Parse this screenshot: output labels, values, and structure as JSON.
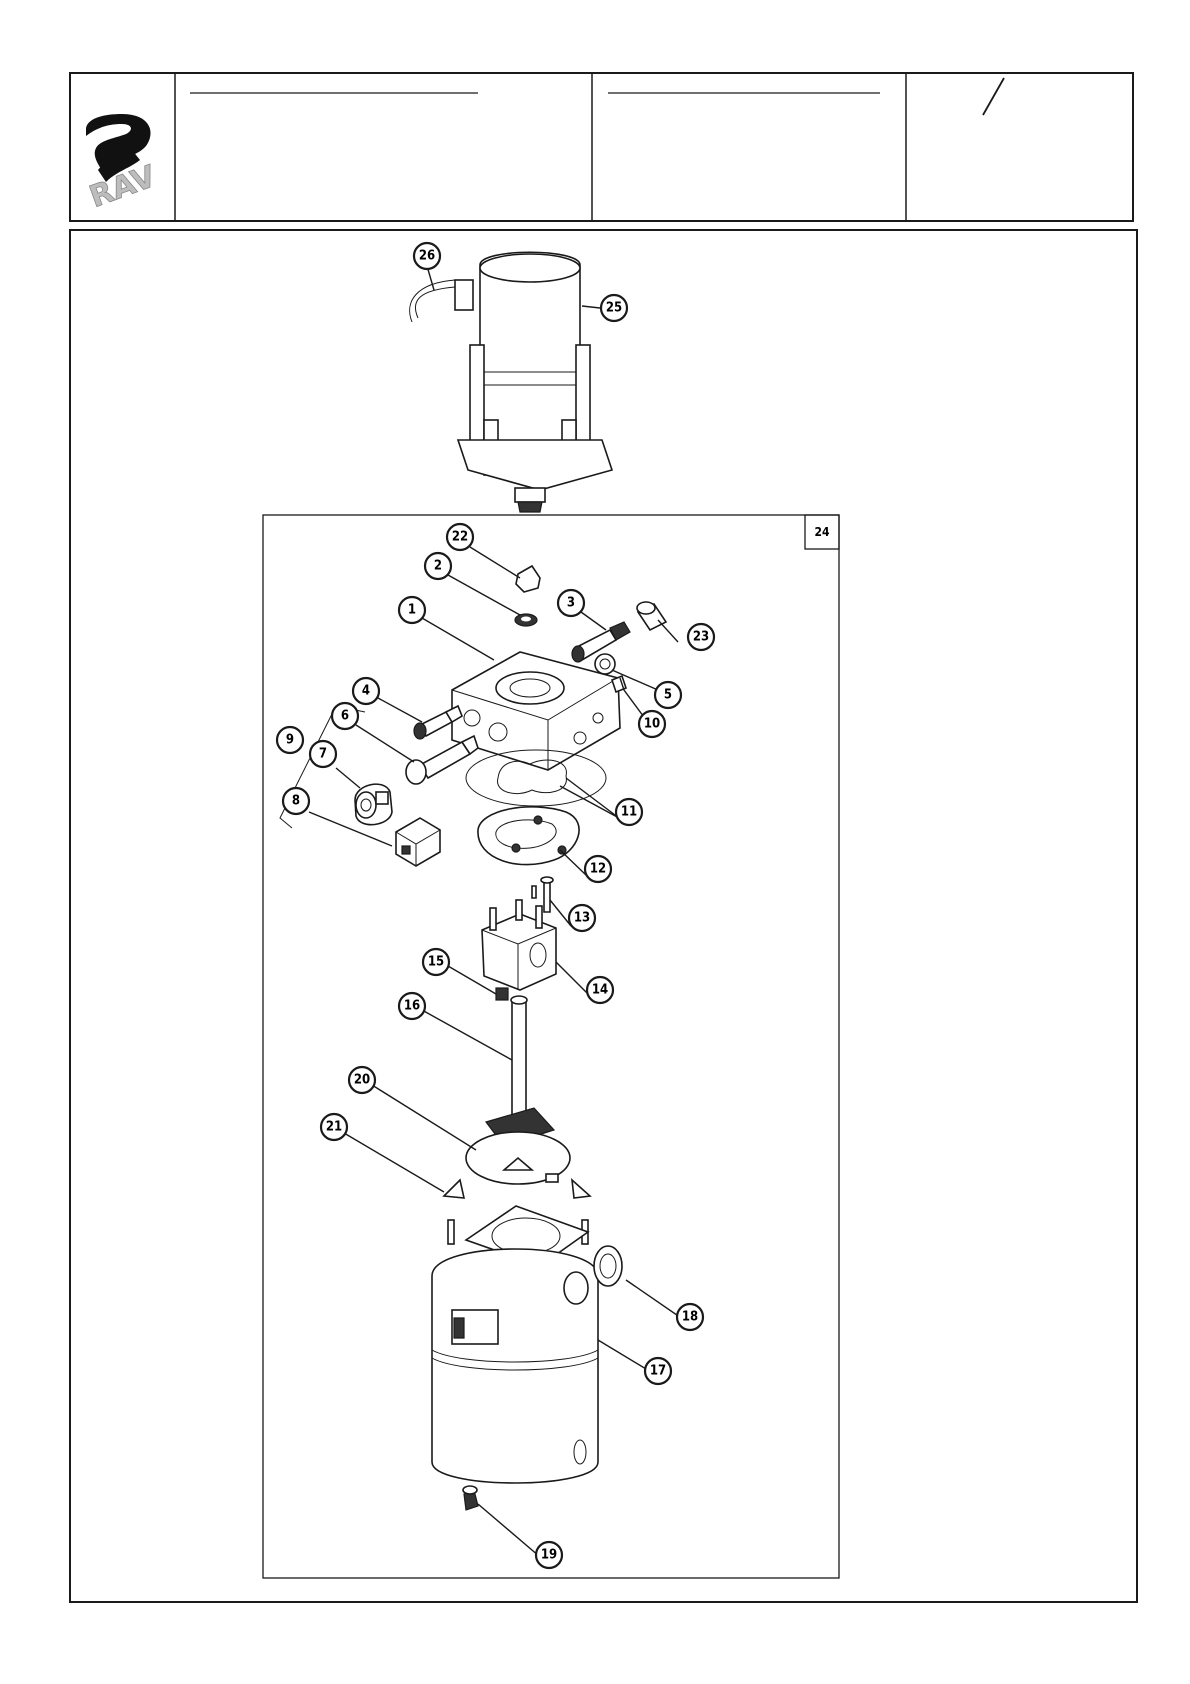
{
  "header": {
    "logo_text": "RAV",
    "fields": [
      "",
      "",
      ""
    ]
  },
  "diagram": {
    "group_label": "24",
    "callouts": [
      {
        "id": "c1",
        "label": "1"
      },
      {
        "id": "c2",
        "label": "2"
      },
      {
        "id": "c3",
        "label": "3"
      },
      {
        "id": "c4",
        "label": "4"
      },
      {
        "id": "c5",
        "label": "5"
      },
      {
        "id": "c6",
        "label": "6"
      },
      {
        "id": "c7",
        "label": "7"
      },
      {
        "id": "c8",
        "label": "8"
      },
      {
        "id": "c9",
        "label": "9"
      },
      {
        "id": "c10",
        "label": "10"
      },
      {
        "id": "c11",
        "label": "11"
      },
      {
        "id": "c12",
        "label": "12"
      },
      {
        "id": "c13",
        "label": "13"
      },
      {
        "id": "c14",
        "label": "14"
      },
      {
        "id": "c15",
        "label": "15"
      },
      {
        "id": "c16",
        "label": "16"
      },
      {
        "id": "c17",
        "label": "17"
      },
      {
        "id": "c18",
        "label": "18"
      },
      {
        "id": "c19",
        "label": "19"
      },
      {
        "id": "c20",
        "label": "20"
      },
      {
        "id": "c21",
        "label": "21"
      },
      {
        "id": "c22",
        "label": "22"
      },
      {
        "id": "c23",
        "label": "23"
      },
      {
        "id": "c25",
        "label": "25"
      },
      {
        "id": "c26",
        "label": "26"
      }
    ]
  }
}
